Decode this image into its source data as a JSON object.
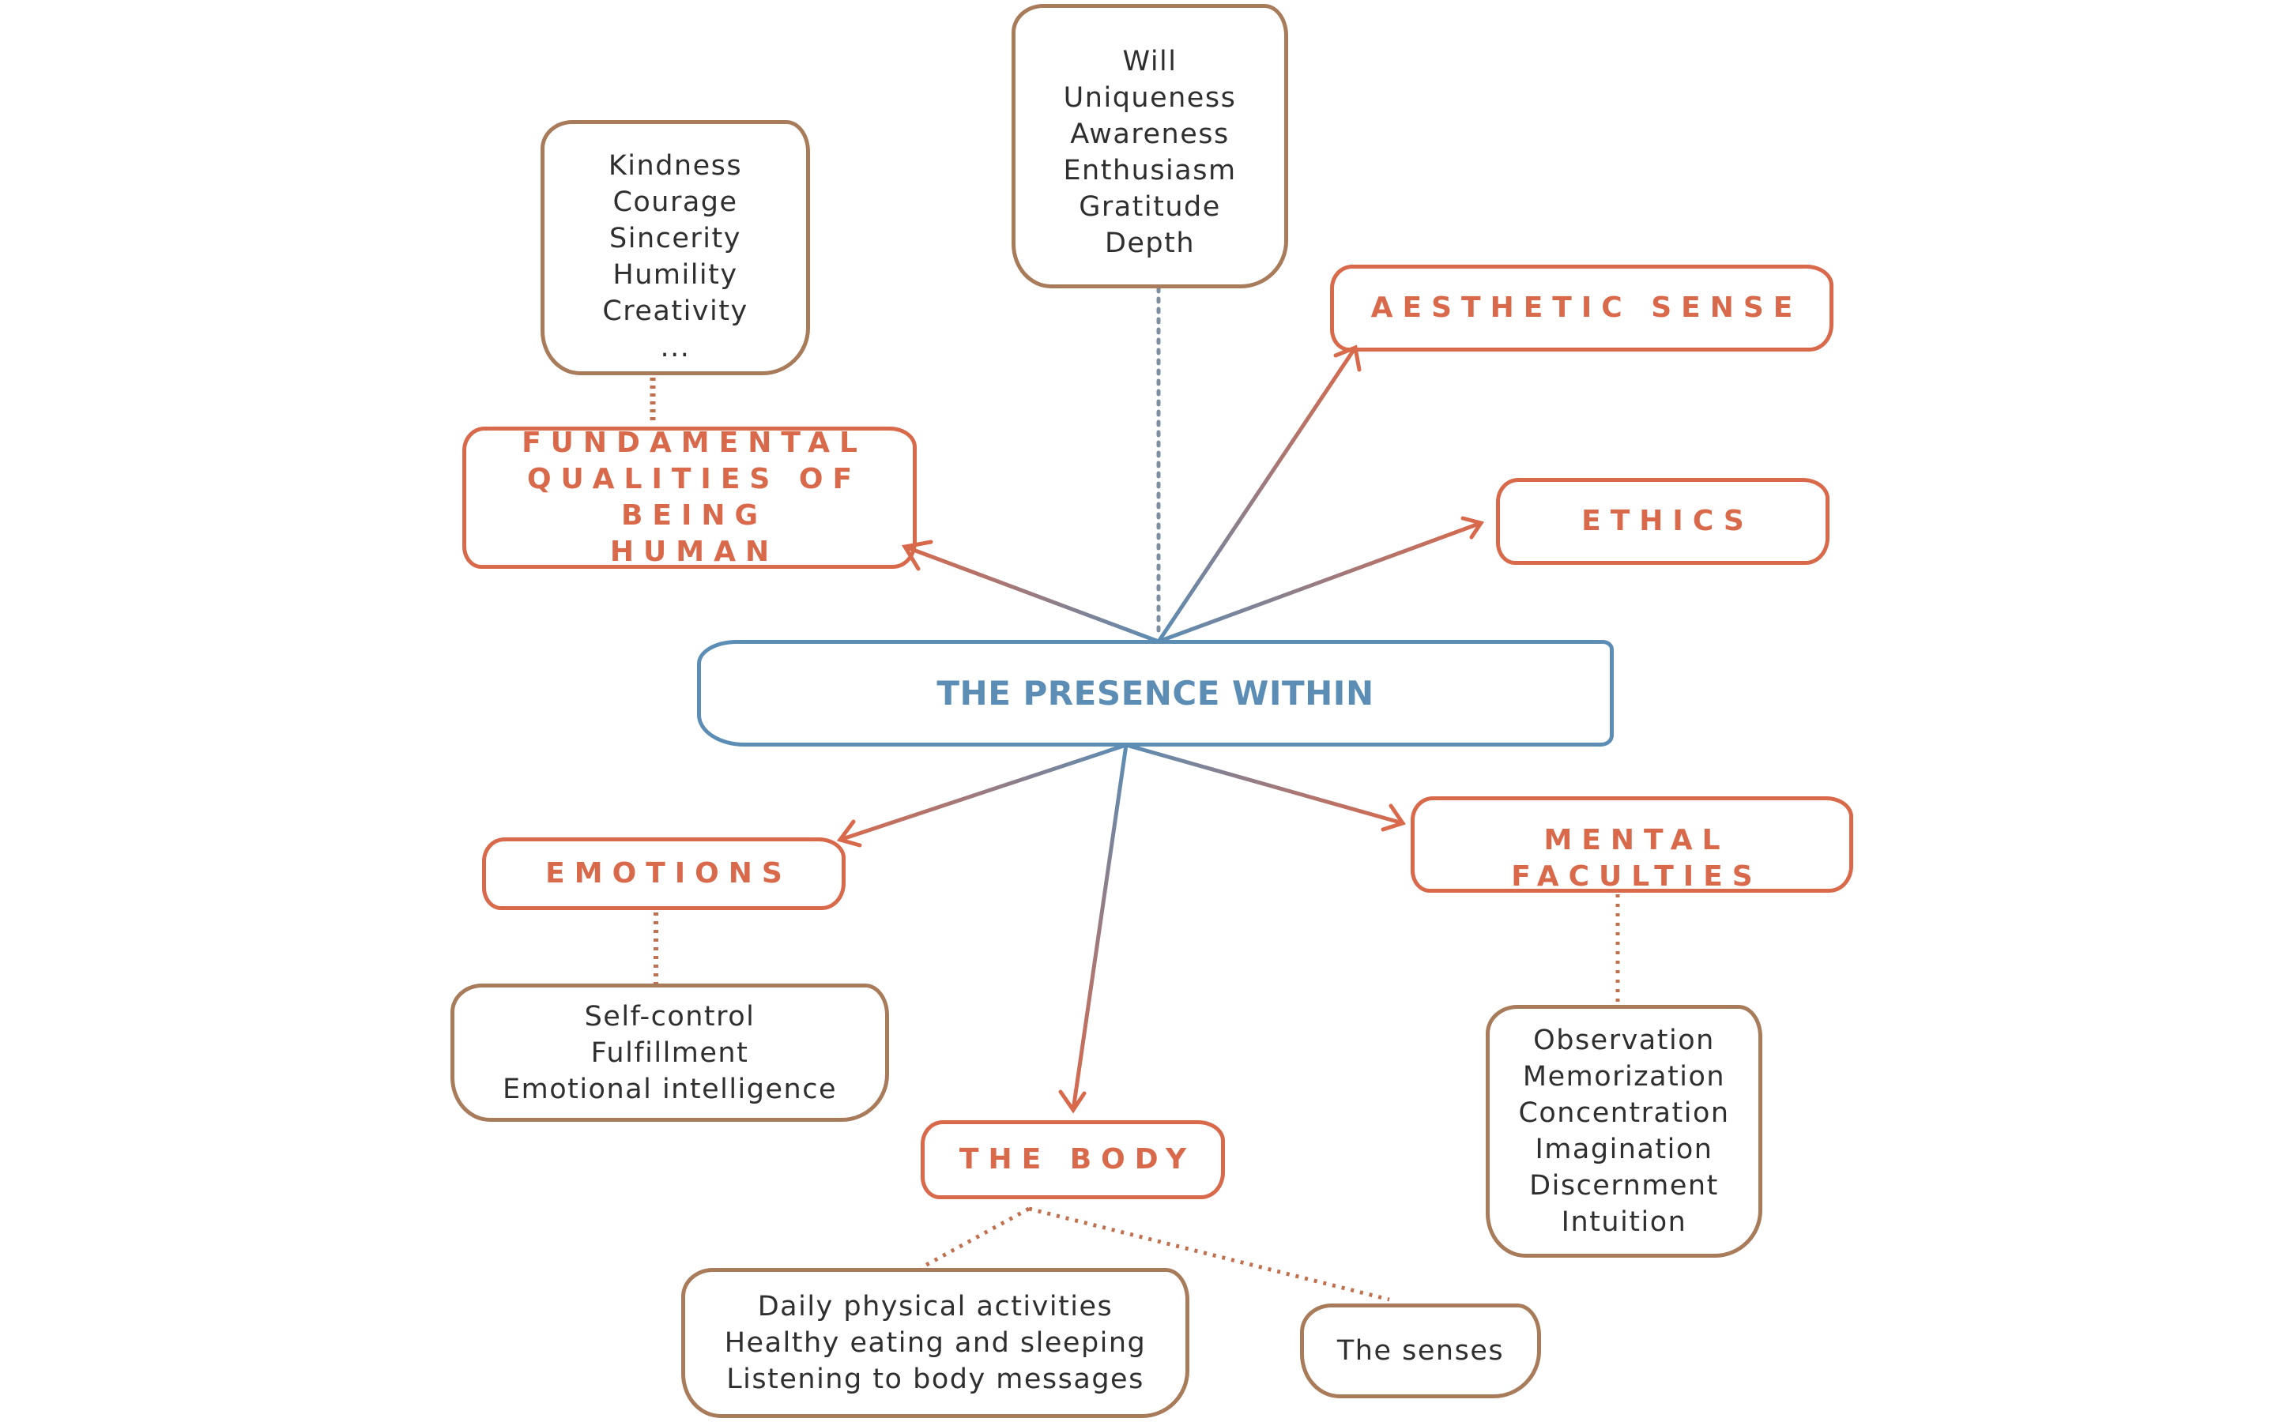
{
  "colors": {
    "category": "#D9694B",
    "subbox": "#A87B5A",
    "center": "#5B8DB5",
    "text": "#2f2f2f"
  },
  "center": {
    "label": "THE PRESENCE WITHIN"
  },
  "categories": {
    "fundamental": {
      "lines": [
        "FUNDAMENTAL",
        "QUALITIES OF BEING",
        "HUMAN"
      ]
    },
    "aesthetic": {
      "lines": [
        "AESTHETIC SENSE"
      ]
    },
    "ethics": {
      "lines": [
        "ETHICS"
      ]
    },
    "emotions": {
      "lines": [
        "EMOTIONS"
      ]
    },
    "mental": {
      "lines": [
        "MENTAL FACULTIES"
      ]
    },
    "body": {
      "lines": [
        "THE BODY"
      ]
    }
  },
  "subboxes": {
    "core": {
      "items": [
        "Will",
        "Uniqueness",
        "Awareness",
        "Enthusiasm",
        "Gratitude",
        "Depth"
      ]
    },
    "fundamental": {
      "items": [
        "Kindness",
        "Courage",
        "Sincerity",
        "Humility",
        "Creativity",
        "..."
      ]
    },
    "emotions": {
      "items": [
        "Self-control",
        "Fulfillment",
        "Emotional intelligence"
      ]
    },
    "mental": {
      "items": [
        "Observation",
        "Memorization",
        "Concentration",
        "Imagination",
        "Discernment",
        "Intuition"
      ]
    },
    "body_habits": {
      "items": [
        "Daily physical activities",
        "Healthy eating and sleeping",
        "Listening to body messages"
      ]
    },
    "body_senses": {
      "items": [
        "The senses"
      ]
    }
  }
}
